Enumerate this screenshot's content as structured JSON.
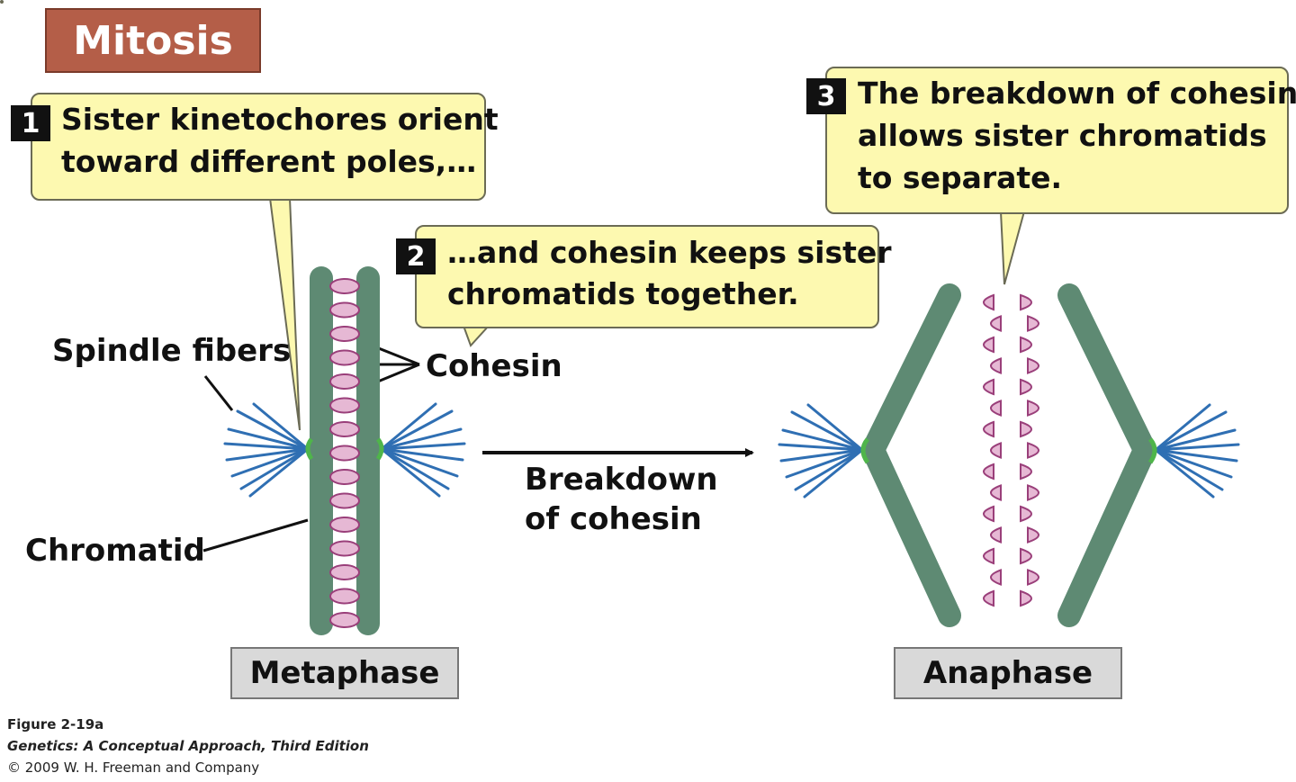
{
  "title": "Mitosis",
  "steps": [
    {
      "number": "1",
      "line1": "Sister kinetochores orient",
      "line2": "toward different poles,…"
    },
    {
      "number": "2",
      "line1": "…and cohesin keeps sister",
      "line2": "chromatids together."
    },
    {
      "number": "3",
      "line1": "The breakdown of cohesin",
      "line2": "allows sister chromatids",
      "line3": "to separate."
    }
  ],
  "labels": {
    "spindle_fibers": "Spindle fibers",
    "cohesin": "Cohesin",
    "chromatid": "Chromatid",
    "process_line1": "Breakdown",
    "process_line2": "of cohesin"
  },
  "stages": {
    "metaphase": "Metaphase",
    "anaphase": "Anaphase"
  },
  "credits": {
    "figure": "Figure 2-19a",
    "book": "Genetics: A Conceptual Approach, Third Edition",
    "copyright": "© 2009 W. H. Freeman and Company"
  },
  "colors": {
    "title_bg": "#b45e48",
    "callout_bg": "#fdf9b0",
    "chromatid": "#5e8a73",
    "cohesin_fill": "#e6b8d4",
    "cohesin_stroke": "#9a3f7a",
    "spindle": "#2f6fb3",
    "kinetochore": "#4fb54a",
    "stage_box": "#d9d9d9"
  }
}
